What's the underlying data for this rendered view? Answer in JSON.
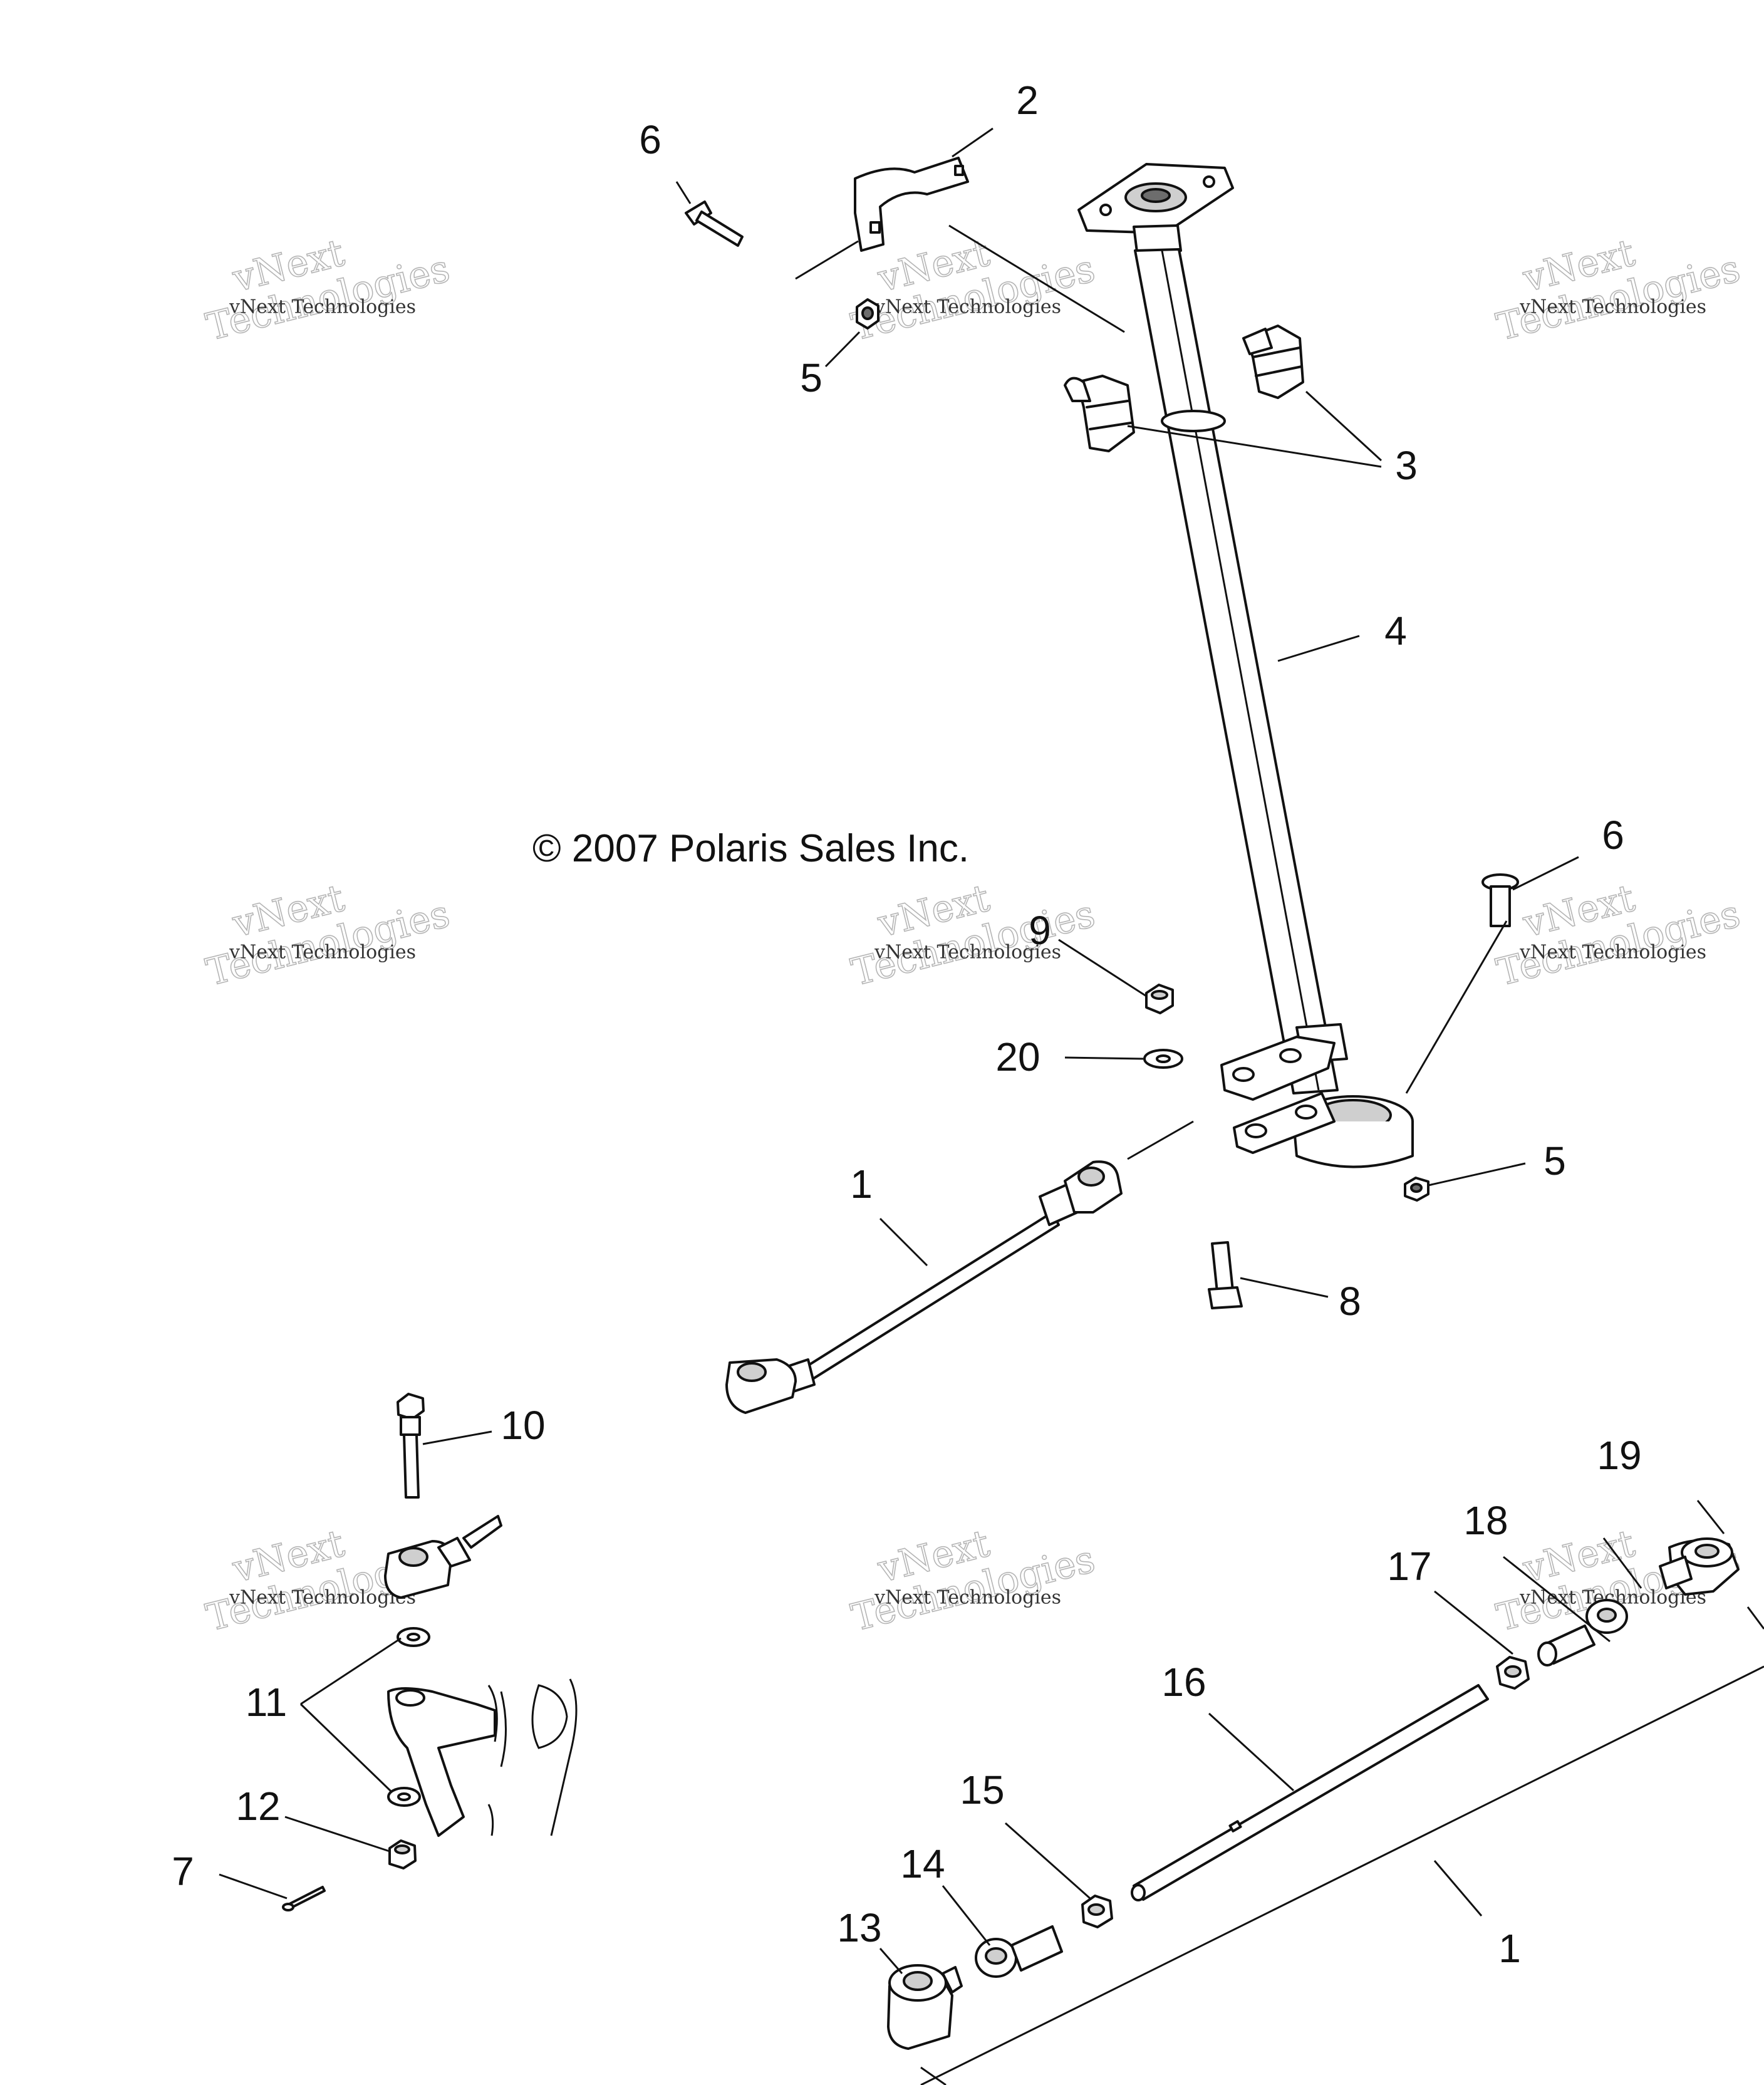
{
  "copyright": "© 2007 Polaris Sales Inc.",
  "watermark": {
    "line1": "vNext",
    "line2": "Technologies",
    "caption": "vNext Technologies"
  },
  "callouts": [
    "1",
    "1",
    "2",
    "3",
    "4",
    "5",
    "5",
    "6",
    "6",
    "7",
    "8",
    "9",
    "10",
    "11",
    "12",
    "13",
    "14",
    "15",
    "16",
    "17",
    "18",
    "19",
    "20"
  ],
  "colors": {
    "line": "#111111",
    "background": "#ffffff",
    "watermark": "#b5b5b5"
  }
}
